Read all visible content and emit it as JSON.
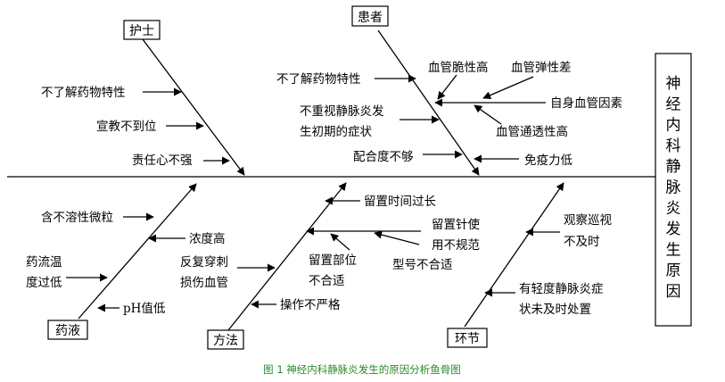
{
  "effect": {
    "chars": [
      "神",
      "经",
      "内",
      "科",
      "静",
      "脉",
      "炎",
      "发",
      "生",
      "原",
      "因"
    ]
  },
  "categories": {
    "nurse": "护士",
    "patient": "患者",
    "fluid": "药液",
    "method": "方法",
    "link": "环节"
  },
  "causes": {
    "nurse": [
      "不了解药物特性",
      "宣教不到位",
      "责任心不强"
    ],
    "patient": {
      "drug": "不了解药物特性",
      "neglect": [
        "不重视静脉炎发",
        "生初期的症状"
      ],
      "cooperate": "配合度不够",
      "fragile": "血管脆性高",
      "elastic": "血管弹性差",
      "vessel": "自身血管因素",
      "permeable": "血管通透性高",
      "immune": "免疫力低"
    },
    "fluid": {
      "insoluble": "含不溶性微粒",
      "concentration": "浓度高",
      "puncture": [
        "反复穿刺",
        "损伤血管"
      ],
      "temperature": [
        "药流温",
        "度过低"
      ],
      "ph": "pH值低"
    },
    "method": {
      "duration": "留置时间过长",
      "needle": [
        "留置针使",
        "用不规范",
        "型号不合适"
      ],
      "site": [
        "留置部位",
        "不合适"
      ],
      "operation": "操作不严格"
    },
    "link": {
      "observe": [
        "观察巡视",
        "不及时"
      ],
      "handle": [
        "有轻度静脉炎症",
        "状未及时处置"
      ]
    }
  },
  "caption": "图 1 神经内科静脉炎发生的原因分析鱼骨图"
}
